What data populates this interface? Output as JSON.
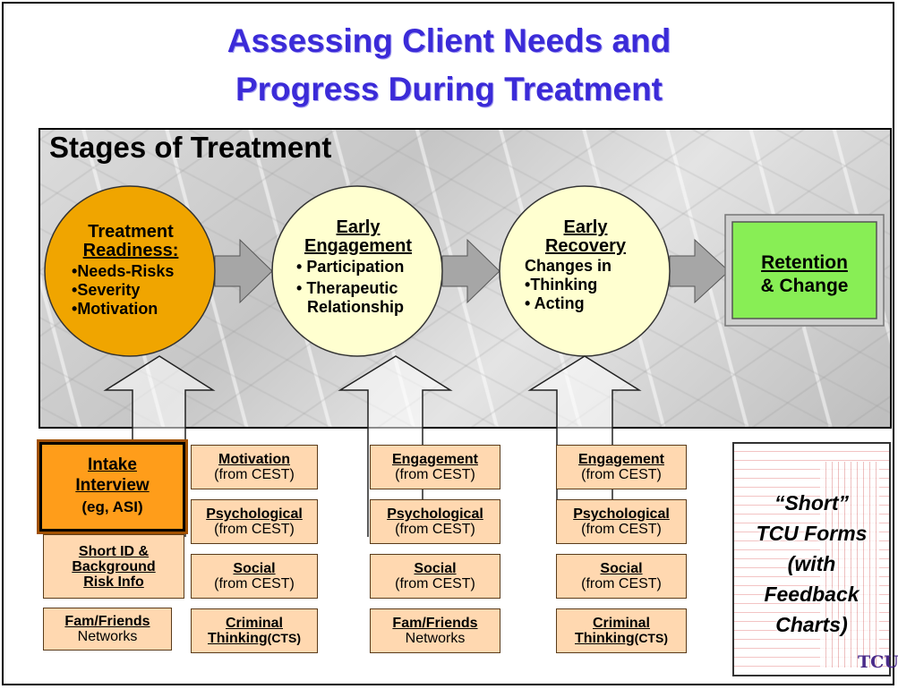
{
  "title": {
    "line1": "Assessing Client Needs and",
    "line2": "Progress During Treatment"
  },
  "stages": {
    "heading": "Stages of Treatment",
    "readiness": {
      "title1": "Treatment",
      "title2": "Readiness:",
      "bullets": [
        "Needs-Risks",
        "Severity",
        "Motivation"
      ]
    },
    "engagement": {
      "title1": "Early",
      "title2": "Engagement",
      "bullets": [
        "Participation",
        "Therapeutic",
        "Relationship"
      ]
    },
    "recovery": {
      "title1": "Early",
      "title2": "Recovery",
      "intro": "Changes in",
      "bullets": [
        "Thinking",
        "Acting"
      ]
    },
    "retention": {
      "line1": "Retention",
      "line2": "& Change"
    }
  },
  "columns": {
    "col1": {
      "intake": {
        "line1": "Intake",
        "line2": "Interview",
        "line3": "(eg, ASI)"
      },
      "short_id": {
        "line1": "Short ID &",
        "line2": "Background",
        "line3": "Risk Info"
      },
      "fam": {
        "head": "Fam/Friends",
        "sub": "Networks"
      }
    },
    "col2": {
      "motivation": {
        "head": "Motivation",
        "sub": "(from CEST)"
      },
      "psychological": {
        "head": "Psychological",
        "sub": "(from CEST)"
      },
      "social": {
        "head": "Social",
        "sub": "(from CEST)"
      },
      "criminal": {
        "head1": "Criminal",
        "head2": "Thinking",
        "suffix": "(CTS)"
      }
    },
    "col3": {
      "engagement": {
        "head": "Engagement",
        "sub": "(from CEST)"
      },
      "psychological": {
        "head": "Psychological",
        "sub": "(from CEST)"
      },
      "social": {
        "head": "Social",
        "sub": "(from CEST)"
      },
      "fam": {
        "head": "Fam/Friends",
        "sub": "Networks"
      }
    },
    "col4": {
      "engagement": {
        "head": "Engagement",
        "sub": "(from CEST)"
      },
      "psychological": {
        "head": "Psychological",
        "sub": "(from CEST)"
      },
      "social": {
        "head": "Social",
        "sub": "(from CEST)"
      },
      "criminal": {
        "head1": "Criminal",
        "head2": "Thinking",
        "suffix": "(CTS)"
      }
    }
  },
  "forms": {
    "line1": "“Short”",
    "line2": "TCU Forms",
    "line3": "(with",
    "line4": "Feedback",
    "line5": "Charts)",
    "logo": "TCU"
  },
  "colors": {
    "title": "#3b2bd8",
    "readiness_fill": "#f0a500",
    "stage_fill": "#ffffd0",
    "retention_fill": "#88ee55",
    "box_fill": "#ffd8b0",
    "intake_fill": "#ff9d1a",
    "arrow_fill": "#a6a6a6"
  }
}
